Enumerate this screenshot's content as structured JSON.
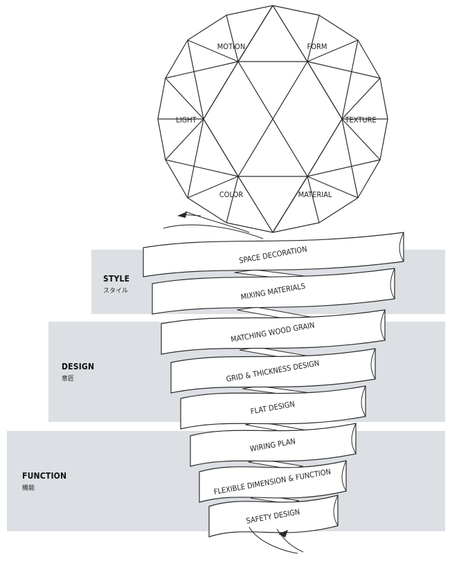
{
  "gem": {
    "facets": [
      "MOTION",
      "FORM",
      "LIGHT",
      "TEXTURE",
      "COLOR",
      "MATERIAL"
    ]
  },
  "bands": [
    {
      "title": "STYLE",
      "subtitle": "スタイル"
    },
    {
      "title": "DESIGN",
      "subtitle": "意匠"
    },
    {
      "title": "FUNCTION",
      "subtitle": "機能"
    }
  ],
  "ribbons": [
    "SPACE DECORATION",
    "MIXING MATERIALS",
    "MATCHING WOOD GRAIN",
    "GRID & THICKNESS DESIGN",
    "FLAT DESIGN",
    "WIRING PLAN",
    "FLEXIBLE DIMENSION & FUNCTION",
    "SAFETY DESIGN"
  ],
  "colors": {
    "band": "#dcdfe3",
    "stroke": "#2a2a2a",
    "ribbon_fill": "#ffffff",
    "text": "#222222"
  }
}
